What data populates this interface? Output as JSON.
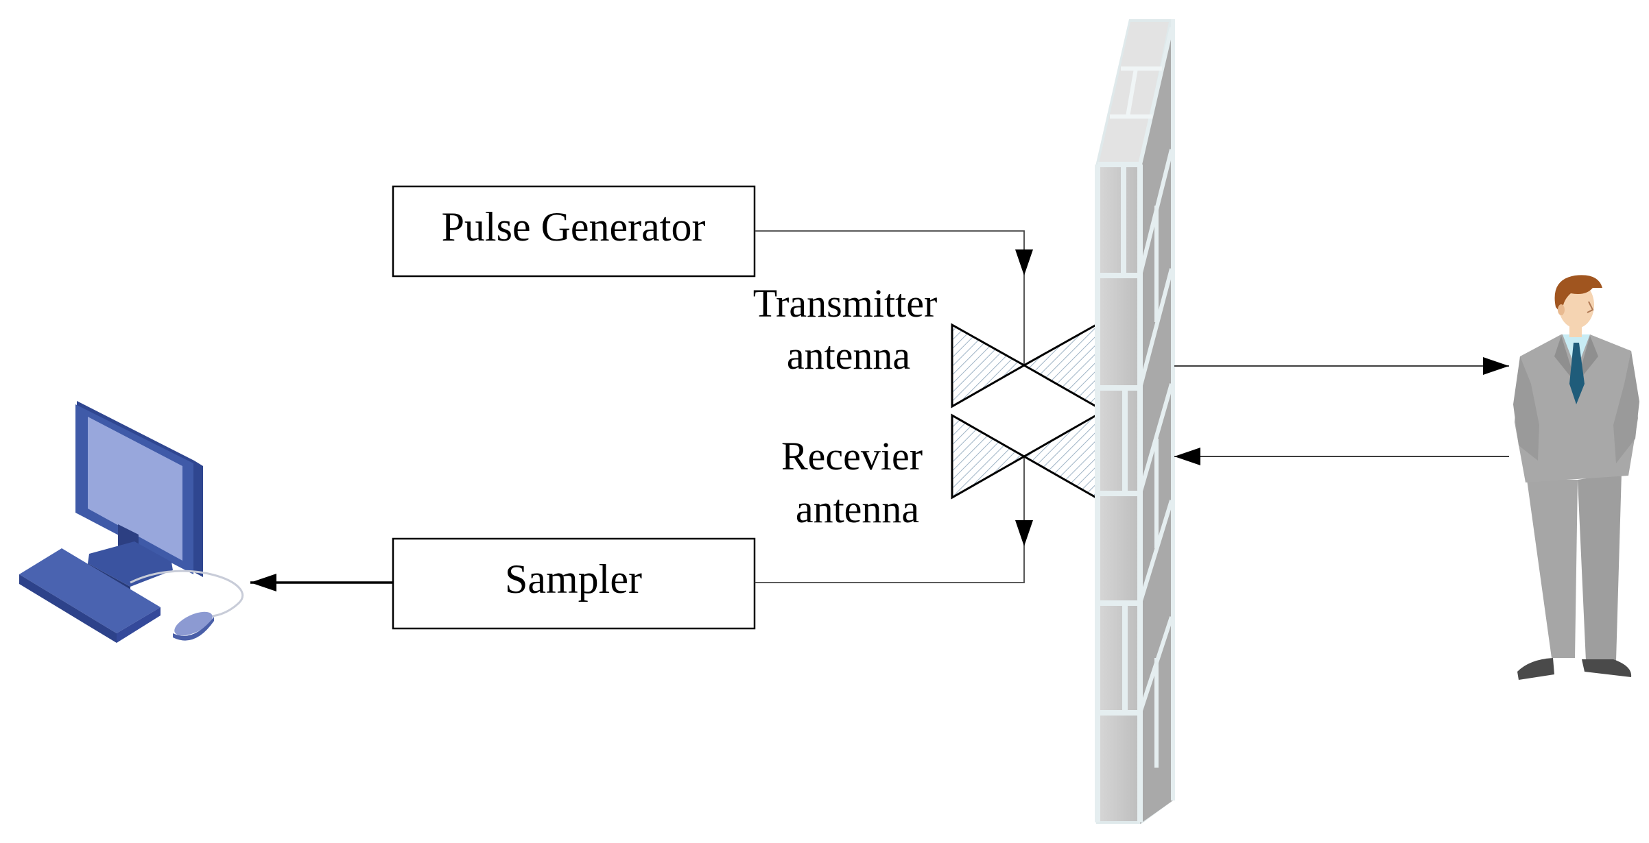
{
  "blocks": {
    "pulse_generator": "Pulse Generator",
    "sampler": "Sampler"
  },
  "antennas": {
    "transmitter_line1": "Transmitter",
    "transmitter_line2": "antenna",
    "receiver_line1": "Recevier",
    "receiver_line2": "antenna"
  },
  "icons": {
    "computer": "desktop-computer-icon",
    "wall": "brick-wall-icon",
    "person": "standing-person-icon"
  },
  "colors": {
    "computer": "#3f5aa8",
    "screen": "#98a7dc",
    "wall_light": "#d9e4e6",
    "wall_face": "#c4c4c4",
    "suit": "#a9a9a9",
    "tie": "#1f5c7a"
  }
}
